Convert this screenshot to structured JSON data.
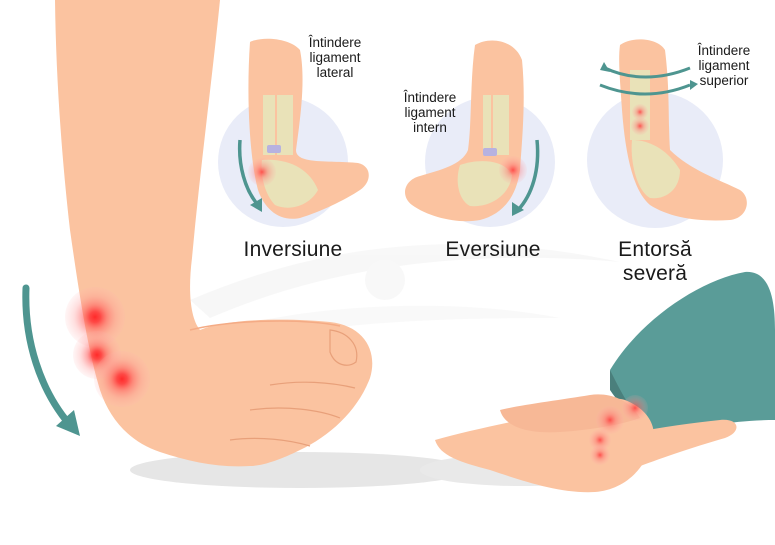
{
  "illustration": {
    "topic": "ankle sprain types",
    "colors": {
      "skin": "#fbc3a0",
      "skin_shadow": "#f4b08b",
      "bone": "#e9e2b8",
      "cartilage": "#b7b2e0",
      "arrow": "#4e9590",
      "pants": "#5a9c98",
      "pants_shadow": "#4a7f7c",
      "pain": "#ff3b3b",
      "circle_bg": "#e9ecf8",
      "ground_shadow": "#e2e2e2"
    },
    "panels": [
      {
        "id": "inversion",
        "title": "Inversiune",
        "annotation_lines": [
          "Întindere",
          "ligament",
          "lateral"
        ]
      },
      {
        "id": "eversion",
        "title": "Eversiune",
        "annotation_lines": [
          "Întindere",
          "ligament",
          "intern"
        ]
      },
      {
        "id": "severe",
        "title_lines": [
          "Entorsă",
          "severă"
        ],
        "annotation_lines": [
          "Întindere",
          "ligament",
          "superior"
        ]
      }
    ]
  }
}
